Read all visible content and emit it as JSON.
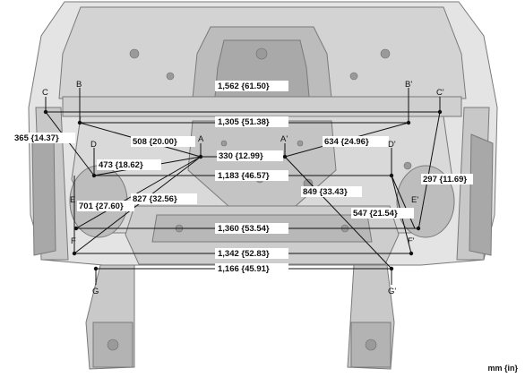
{
  "units": "mm {in}",
  "points": {
    "B": "B",
    "B_prime": "B'",
    "C": "C",
    "C_prime": "C'",
    "A": "A",
    "A_prime": "A'",
    "D": "D",
    "D_prime": "D'",
    "E": "E",
    "E_prime": "E'",
    "F": "F",
    "F_prime": "F'",
    "G": "G",
    "G_prime": "G'"
  },
  "dimensions": {
    "c_c": "1,562 {61.50}",
    "b_b": "1,305 {51.38}",
    "c_d": "365 {14.37}",
    "b_a": "508 {20.00}",
    "a_a": "330 {12.99}",
    "bp_d": "634 {24.96}",
    "d_a": "473 {18.62}",
    "d_d": "1,183 {46.57}",
    "cp_ep": "297 {11.69}",
    "a_f": "827 {32.56}",
    "ap_gp": "849 {33.43}",
    "d_f": "701 {27.60}",
    "e_fp": "547 {21.54}",
    "e_e": "1,360 {53.54}",
    "f_f": "1,342 {52.83}",
    "g_g": "1,166 {45.91}"
  }
}
